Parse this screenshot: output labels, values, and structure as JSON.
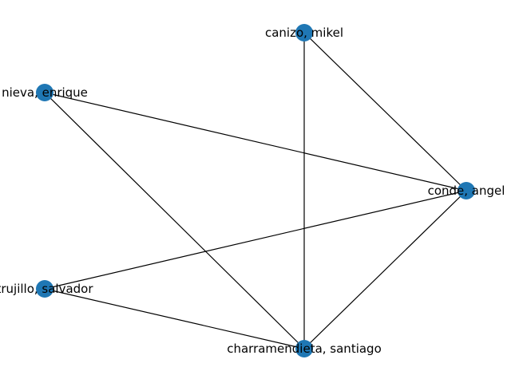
{
  "graph": {
    "colors": {
      "node": "#1f77b4",
      "edge": "#000000",
      "label": "#000000",
      "background": "#ffffff"
    },
    "nodes": [
      {
        "id": "canizo",
        "label": "canizo, mikel"
      },
      {
        "id": "nieva",
        "label": "nieva, enrique"
      },
      {
        "id": "conde",
        "label": "conde, angel"
      },
      {
        "id": "trujillo",
        "label": "trujillo, salvador"
      },
      {
        "id": "charramendieta",
        "label": "charramendieta, santiago"
      }
    ],
    "edges": [
      [
        "canizo",
        "conde"
      ],
      [
        "canizo",
        "charramendieta"
      ],
      [
        "nieva",
        "conde"
      ],
      [
        "nieva",
        "charramendieta"
      ],
      [
        "conde",
        "trujillo"
      ],
      [
        "conde",
        "charramendieta"
      ],
      [
        "trujillo",
        "charramendieta"
      ]
    ]
  }
}
